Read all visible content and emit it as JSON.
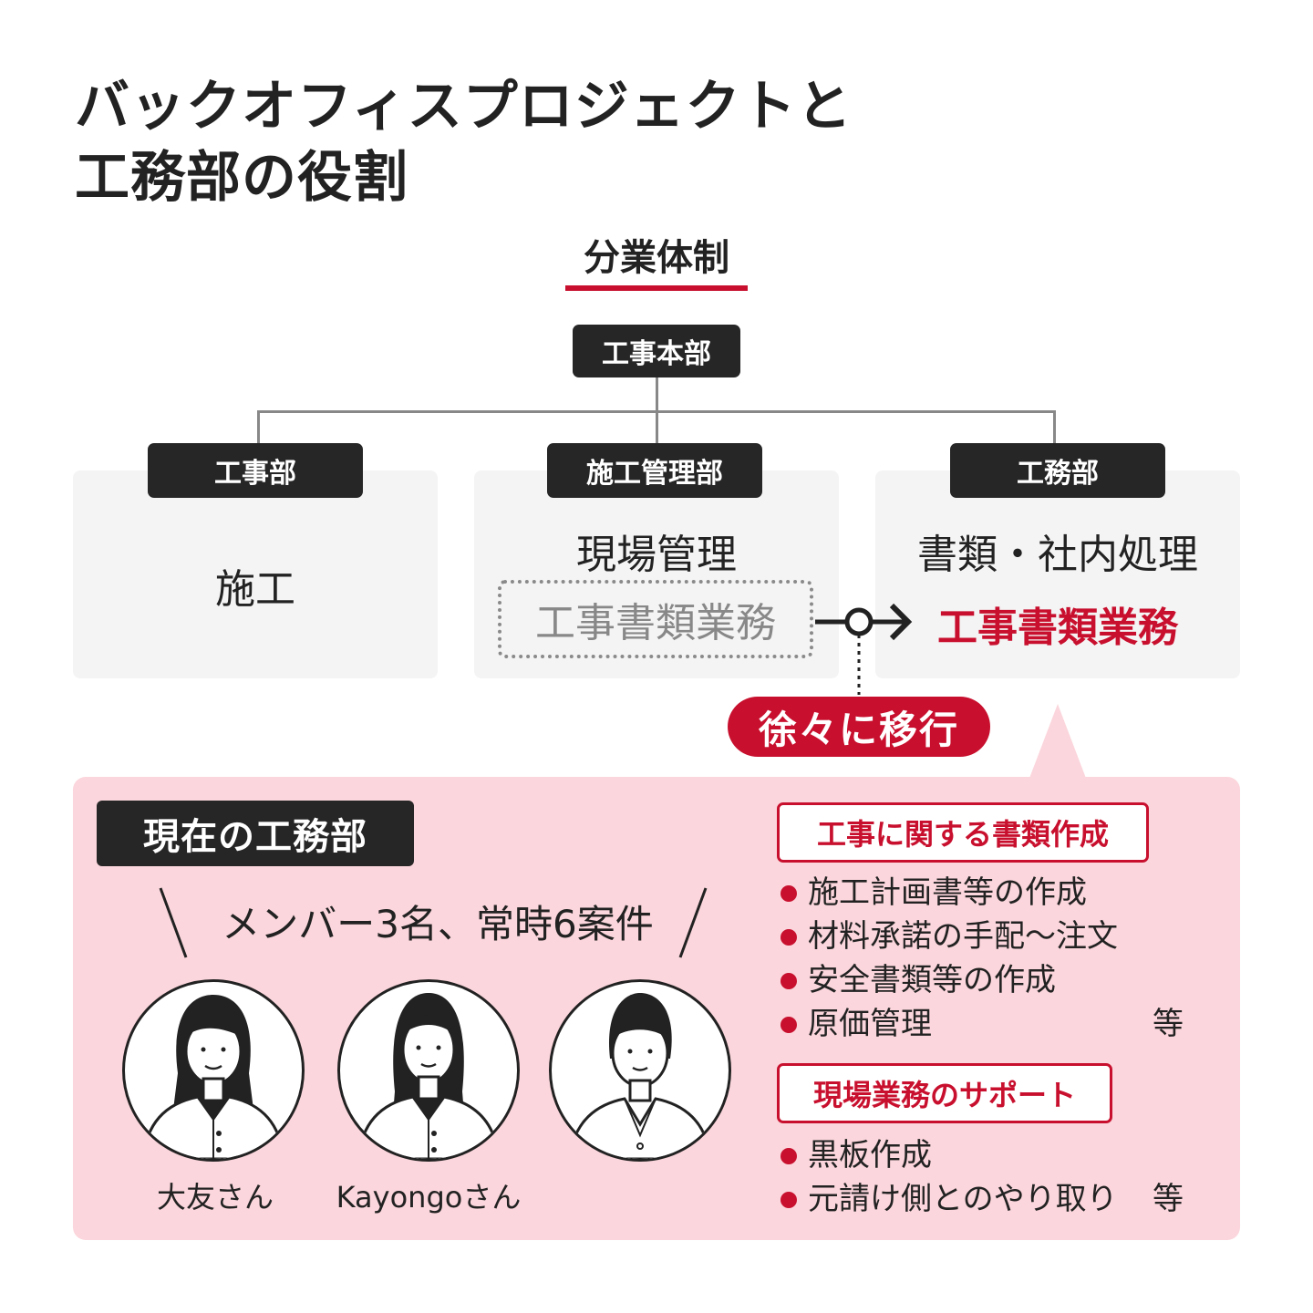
{
  "title": {
    "line1": "バックオフィスプロジェクトと",
    "line2": "工務部の役割"
  },
  "colors": {
    "accent_red": "#c8102e",
    "tag_dark": "#262626",
    "panel_gray": "#f4f4f4",
    "callout_pink": "#fbd6dc",
    "connector_gray": "#888888"
  },
  "section": {
    "label": "分業体制"
  },
  "org": {
    "top": "工事本部",
    "departments": [
      {
        "tag": "工事部",
        "text": "施工"
      },
      {
        "tag": "施工管理部",
        "text": "現場管理",
        "dotted_text": "工事書類業務"
      },
      {
        "tag": "工務部",
        "text": "書類・社内処理",
        "highlight_text": "工事書類業務"
      }
    ],
    "transition_label": "徐々に移行"
  },
  "current": {
    "tag": "現在の工務部",
    "members_text": "メンバー3名、常時6案件",
    "members": [
      {
        "name": "大友さん",
        "icon": "woman-long-hair-avatar-icon"
      },
      {
        "name": "Kayongoさん",
        "icon": "woman-long-hair-avatar-icon"
      },
      {
        "name": "",
        "icon": "woman-short-hair-avatar-icon"
      }
    ]
  },
  "tasks": {
    "documents": {
      "title": "工事に関する書類作成",
      "items": [
        "施工計画書等の作成",
        "材料承諾の手配〜注文",
        "安全書類等の作成",
        "原価管理"
      ],
      "etc": "等"
    },
    "site_support": {
      "title": "現場業務のサポート",
      "items": [
        "黒板作成",
        "元請け側とのやり取り"
      ],
      "etc": "等"
    }
  }
}
